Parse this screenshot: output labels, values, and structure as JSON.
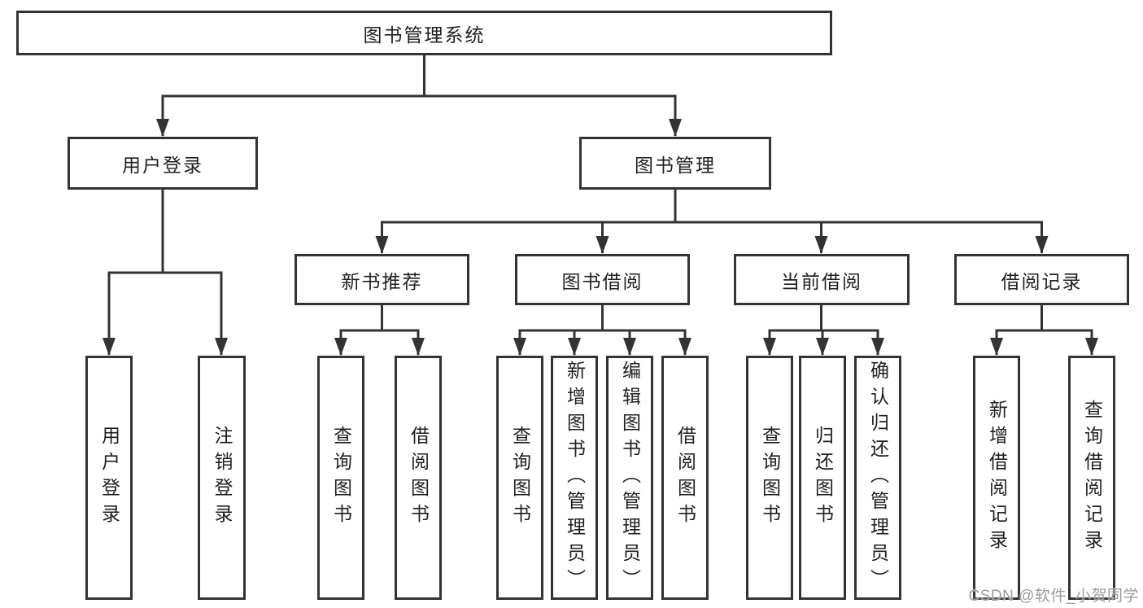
{
  "diagram": {
    "root": {
      "label": "图书管理系统"
    },
    "branches": [
      {
        "label": "用户登录",
        "leaves": [
          {
            "label": "用户登录"
          },
          {
            "label": "注销登录"
          }
        ]
      },
      {
        "label": "图书管理",
        "groups": [
          {
            "label": "新书推荐",
            "leaves": [
              {
                "label": "查询图书"
              },
              {
                "label": "借阅图书"
              }
            ]
          },
          {
            "label": "图书借阅",
            "leaves": [
              {
                "label": "查询图书"
              },
              {
                "label": "新增图书（管理员）"
              },
              {
                "label": "编辑图书（管理员）"
              },
              {
                "label": "借阅图书"
              }
            ]
          },
          {
            "label": "当前借阅",
            "leaves": [
              {
                "label": "查询图书"
              },
              {
                "label": "归还图书"
              },
              {
                "label": "确认归还（管理员）"
              }
            ]
          },
          {
            "label": "借阅记录",
            "leaves": [
              {
                "label": "新增借阅记录"
              },
              {
                "label": "查询借阅记录"
              }
            ]
          }
        ]
      }
    ]
  },
  "watermark": {
    "text": "CSDN @软件_小贺同学"
  },
  "colors": {
    "line": "#333333",
    "node_border": "#333333",
    "text": "#1f1f1f",
    "watermark": "#9c9c9c",
    "background": "#ffffff"
  }
}
